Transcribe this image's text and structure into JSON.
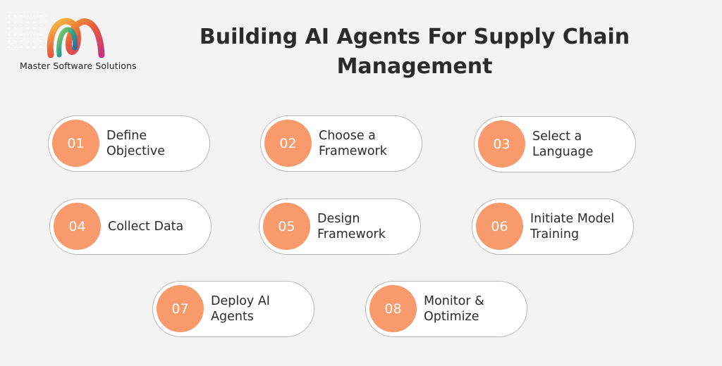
{
  "brand": {
    "name": "Master Software Solutions"
  },
  "title": [
    "Building AI Agents For Supply Chain",
    "Management"
  ],
  "steps": [
    {
      "number": "01",
      "label": [
        "Define",
        "Objective"
      ]
    },
    {
      "number": "02",
      "label": [
        "Choose a",
        "Framework"
      ]
    },
    {
      "number": "03",
      "label": [
        "Select a",
        "Language"
      ]
    },
    {
      "number": "04",
      "label": [
        "Collect Data"
      ]
    },
    {
      "number": "05",
      "label": [
        "Design",
        "Framework"
      ]
    },
    {
      "number": "06",
      "label": [
        "Initiate Model",
        "Training"
      ]
    },
    {
      "number": "07",
      "label": [
        "Deploy AI",
        "Agents"
      ]
    },
    {
      "number": "08",
      "label": [
        "Monitor &",
        "Optimize"
      ]
    }
  ],
  "colors": {
    "accent": "#f99a6c",
    "background": "#f3f3f3",
    "pill_border": "#b9b9b9",
    "text": "#2b2b2b"
  }
}
